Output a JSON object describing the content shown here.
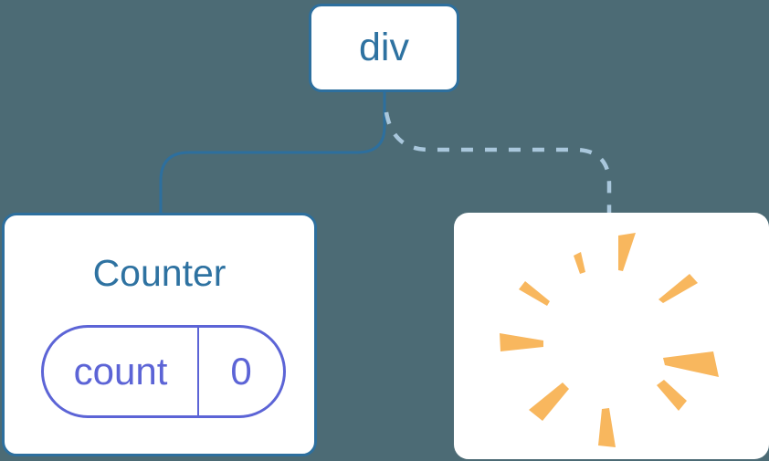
{
  "diagram": {
    "root_node": {
      "label": "div"
    },
    "counter_node": {
      "title": "Counter",
      "state": {
        "key": "count",
        "value": "0"
      }
    },
    "removed_node": {
      "icon": "poof-starburst"
    },
    "edges": [
      {
        "from": "div",
        "to": "Counter",
        "style": "solid"
      },
      {
        "from": "div",
        "to": "removed",
        "style": "dashed"
      }
    ],
    "colors": {
      "background": "#4c6b75",
      "node_fill": "#ffffff",
      "node_border": "#2d6f9e",
      "node_text": "#2e72a1",
      "solid_edge": "#2d6f9e",
      "dashed_edge": "#a9c7dc",
      "pill_accent": "#5c64d6",
      "starburst": "#f8b75e"
    }
  }
}
